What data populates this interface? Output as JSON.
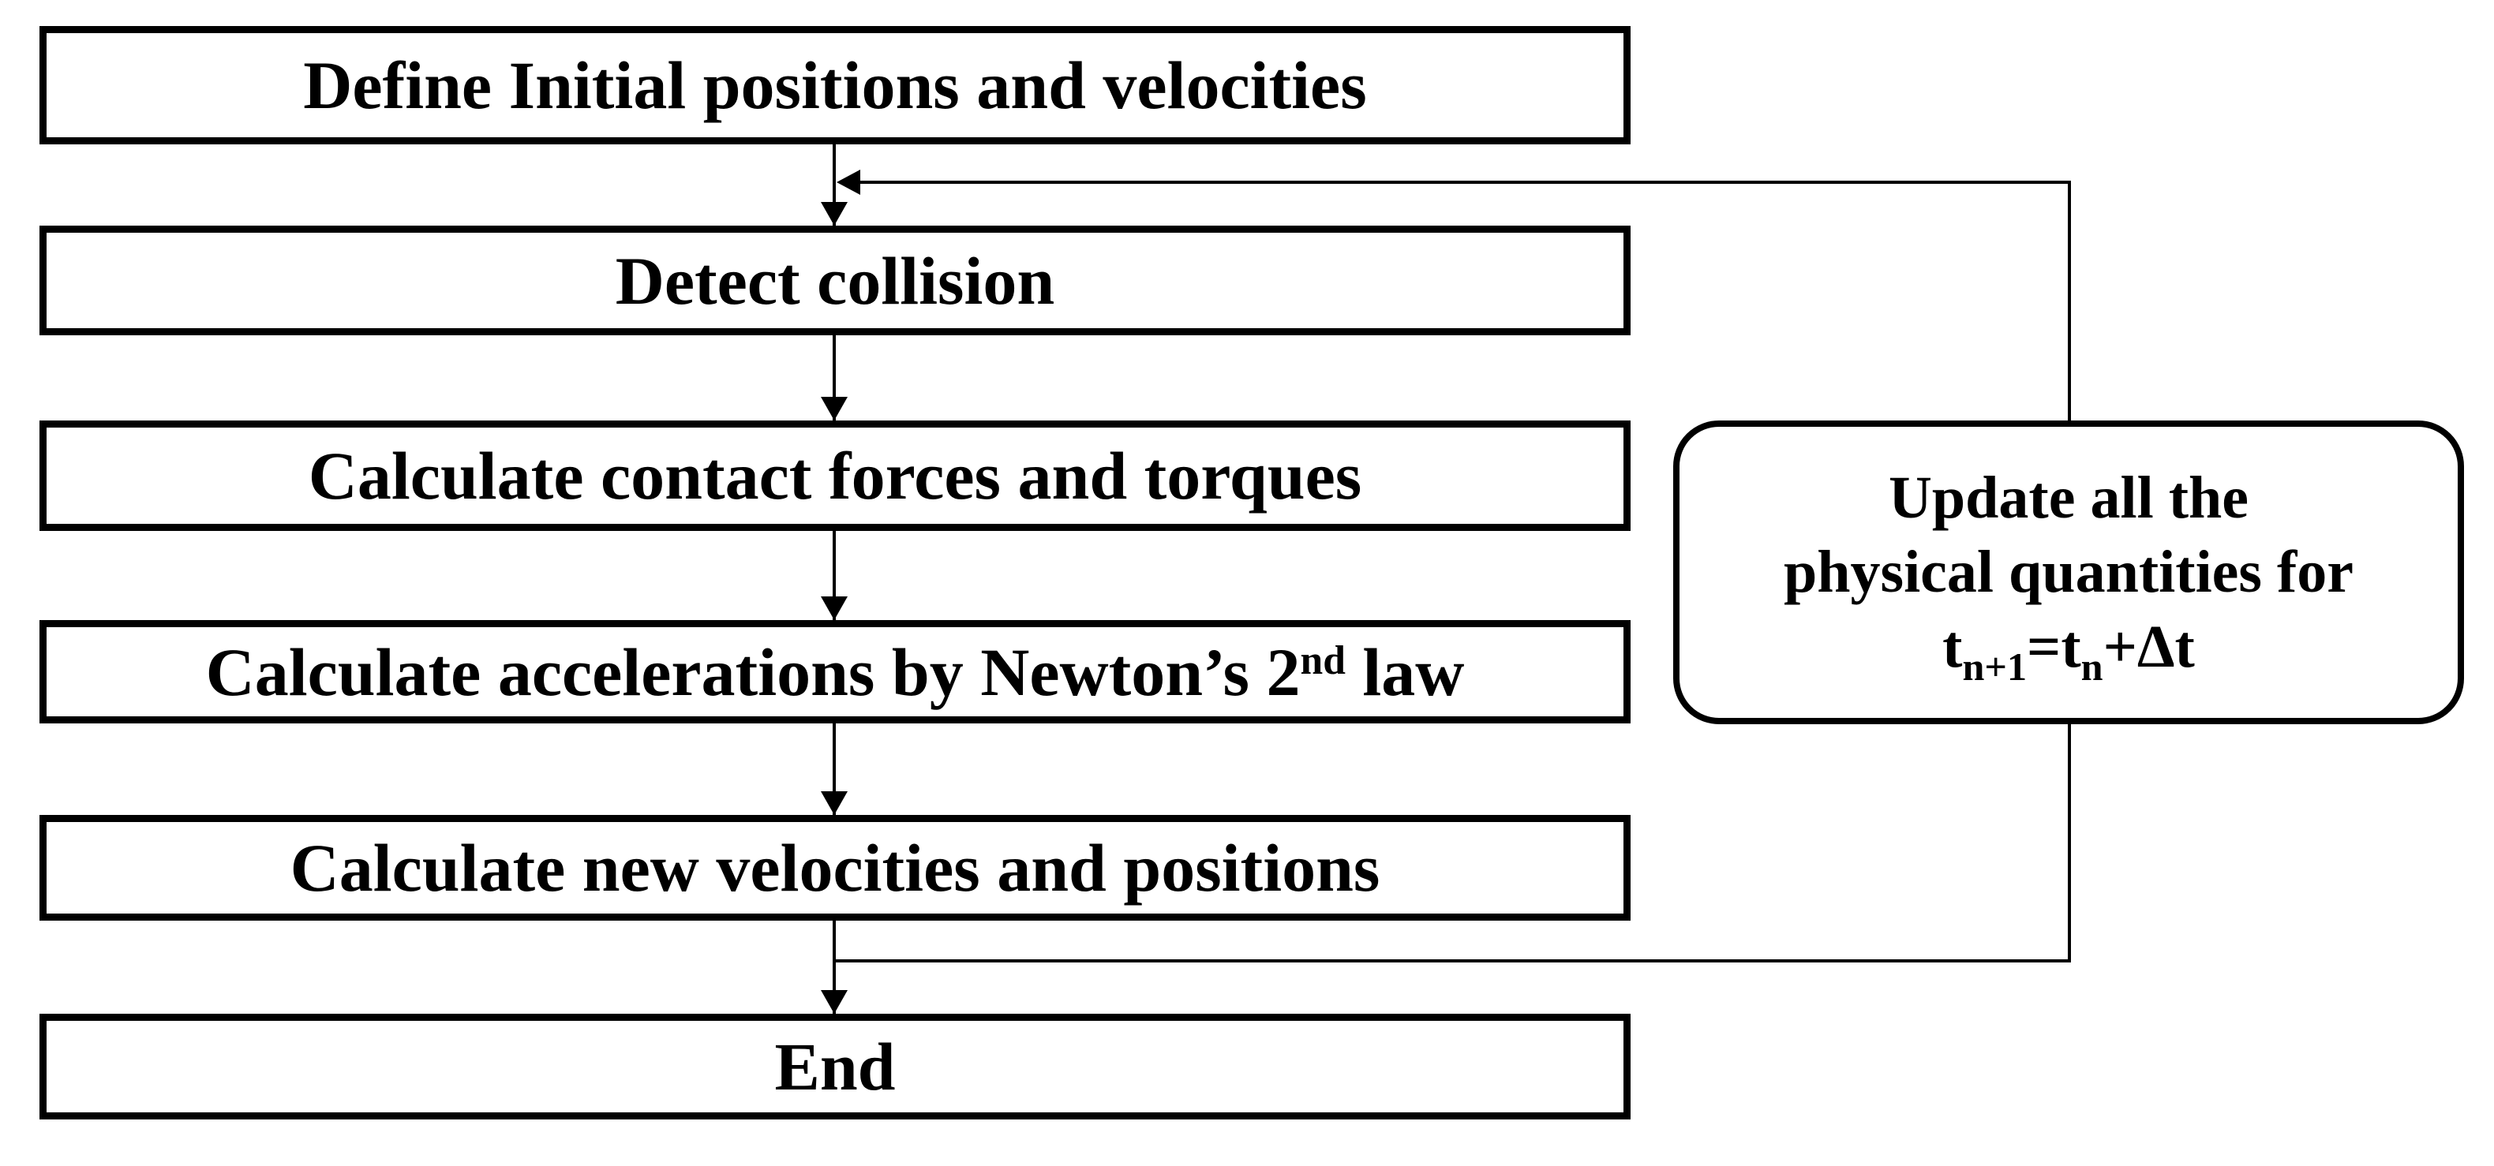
{
  "colors": {
    "background": "#ffffff",
    "line": "#000000",
    "box_fill": "#ffffff",
    "text": "#000000"
  },
  "flowchart": {
    "nodes": [
      {
        "label": "Define Initial positions and velocities"
      },
      {
        "label": "Detect collision"
      },
      {
        "label": "Calculate contact forces and torques"
      },
      {
        "prefix": "Calculate accelerations by Newton’s 2",
        "sup": "nd",
        "suffix": " law"
      },
      {
        "label": "Calculate new velocities and positions"
      },
      {
        "label": "End"
      }
    ],
    "update_node": {
      "line1": "Update all the",
      "line2": "physical quantities for",
      "formula": {
        "f1": "t",
        "f2": "n+1",
        "f3": "=t",
        "f4": "n",
        "f5": "+Δt"
      }
    }
  }
}
